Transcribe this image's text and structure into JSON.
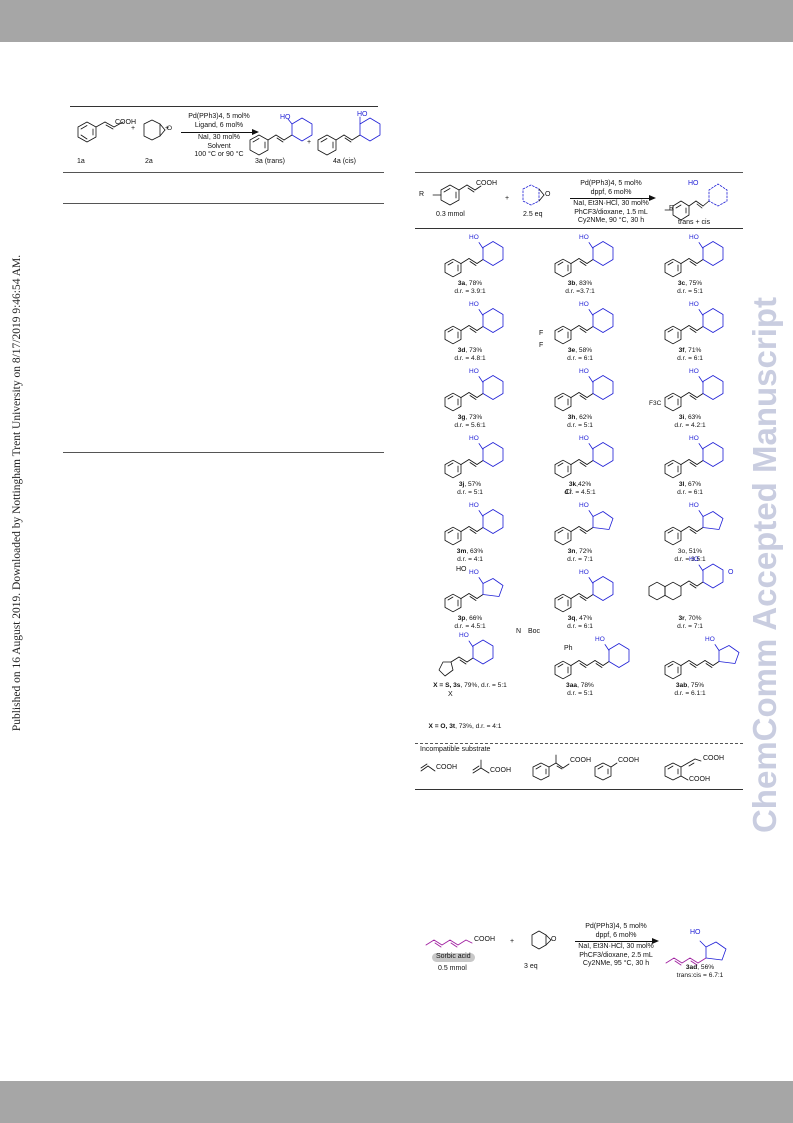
{
  "side_text": "Published on 16 August 2019. Downloaded by Nottingham Trent University on 8/17/2019 9:46:54 AM.",
  "watermark": "ChemComm Accepted Manuscript",
  "scheme1": {
    "label_1a": "1a",
    "label_2a": "2a",
    "plus": "+",
    "cooh": "COOH",
    "conditions": [
      "Pd(PPh3)4, 5 mol%",
      "Ligand, 6 mol%",
      "NaI, 30 mol%",
      "Solvent",
      "100 °C or 90 °C"
    ],
    "product_trans": "3a (trans)",
    "product_cis": "4a (cis)",
    "ho": "HO"
  },
  "scheme2": {
    "reactant_amount": "0.3 mmol",
    "epoxide_amount": "2.5 eq",
    "plus": "+",
    "cooh": "COOH",
    "r_label": "R",
    "conditions": [
      "Pd(PPh3)4, 5 mol%",
      "dppf, 6 mol%",
      "NaI, Et3N·HCl, 30 mol%",
      "PhCF3/dioxane, 1.5 mL",
      "Cy2NMe, 90 °C, 30 h"
    ],
    "product_note": "trans + cis",
    "ho": "HO",
    "products": [
      {
        "id": "3a",
        "yield": ", 78%",
        "dr": "d.r. = 3.9:1"
      },
      {
        "id": "3b",
        "yield": ", 83%",
        "dr": "d.r. =3.7:1"
      },
      {
        "id": "3c",
        "yield": ", 75%",
        "dr": "d.r. = 5:1"
      },
      {
        "id": "3d",
        "yield": ", 73%",
        "dr": "d.r.  = 4.8:1"
      },
      {
        "id": "3e",
        "yield": ", 58%",
        "dr": "d.r. = 6:1"
      },
      {
        "id": "3f",
        "yield": ", 71%",
        "dr": "d.r. = 6:1"
      },
      {
        "id": "3g",
        "yield": ", 73%",
        "dr": "d.r. = 5.6:1"
      },
      {
        "id": "3h",
        "yield": ", 62%",
        "dr": "d.r. = 5:1"
      },
      {
        "id": "3i",
        "yield": ", 63%",
        "dr": "d.r. = 4.2:1"
      },
      {
        "id": "3j",
        "yield": ", 57%",
        "dr": "d.r. = 5:1"
      },
      {
        "id": "3k",
        "yield": ",42%",
        "dr": "d.r. = 4.5:1"
      },
      {
        "id": "3l",
        "yield": ", 67%",
        "dr": "d.r. = 6:1"
      },
      {
        "id": "3m",
        "yield": ", 63%",
        "dr": "d.r. = 4:1"
      },
      {
        "id": "3n",
        "yield": ", 72%",
        "dr": "d.r. = 7:1"
      },
      {
        "id": "",
        "yield": "3o, 51%",
        "dr": "d.r. = 3.5:1"
      },
      {
        "id": "3p",
        "yield": ", 66%",
        "dr": "d.r. = 4.5:1"
      },
      {
        "id": "3q",
        "yield": ", 47%",
        "dr": "d.r. = 6:1"
      },
      {
        "id": "3r",
        "yield": ", 70%",
        "dr": "d.r. = 7:1"
      },
      {
        "id": "X = S, 3s",
        "yield": ", 79%, d.r. = 5:1",
        "dr": ""
      },
      {
        "id": "3aa",
        "yield": ", 78%",
        "dr": "d.r. = 5:1"
      },
      {
        "id": "3ab",
        "yield": ", 75%",
        "dr": "d.r. = 6.1:1"
      }
    ],
    "line_3t_bold": "X = O, 3t",
    "line_3t_rest": ", 73%, d.r. = 4:1",
    "atom_labels": {
      "F": "F",
      "Cl": "Cl",
      "F3C": "F3C",
      "Ph": "Ph",
      "HO": "HO",
      "N": "N",
      "Boc": "Boc",
      "X": "X",
      "O": "O"
    },
    "incompatible_title": "Incompatible substrate",
    "incompatible_labels": [
      "COOH",
      "COOH",
      "COOH",
      "COOH",
      "COOH",
      "COOH"
    ]
  },
  "scheme3": {
    "reactant_name": "Sorbic acid",
    "reactant_amount": "0.5 mmol",
    "cooh": "COOH",
    "plus": "+",
    "epoxide_amount": "3 eq",
    "conditions": [
      "Pd(PPh3)4, 5 mol%",
      "dppf, 6 mol%",
      "NaI, Et3N·HCl, 30 mol%",
      "PhCF3/dioxane, 2.5 mL",
      "Cy2NMe, 95 °C, 30 h"
    ],
    "product_id": "3ad",
    "product_yield": ", 56%",
    "product_ratio": "trans:cis = 6.7:1",
    "ho": "HO"
  },
  "colors": {
    "band": "#a6a6a6",
    "blue": "#1f1fd6",
    "purple": "#a020a0",
    "watermark": "#c9cde0"
  }
}
